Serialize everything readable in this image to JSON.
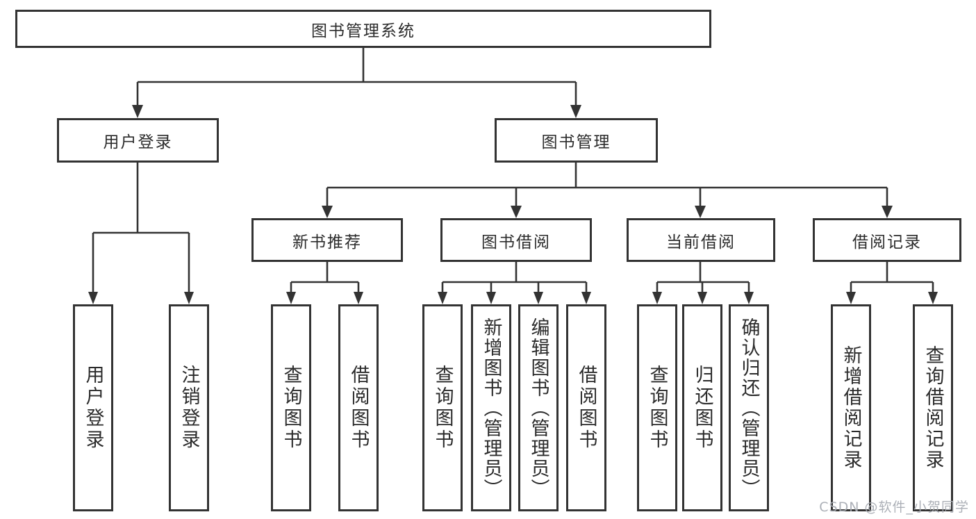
{
  "diagram": {
    "type": "hierarchy-tree",
    "colors": {
      "line": "#333333",
      "box_border": "#333333",
      "text": "#2b2b2b",
      "background": "#ffffff",
      "watermark": "#a8acb3"
    },
    "tree": {
      "root": "图书管理系统",
      "branches": [
        {
          "label": "用户登录",
          "children": [
            "用户登录",
            "注销登录"
          ]
        },
        {
          "label": "图书管理",
          "groups": [
            {
              "label": "新书推荐",
              "children": [
                "查询图书",
                "借阅图书"
              ]
            },
            {
              "label": "图书借阅",
              "children": [
                "查询图书",
                "新增图书（管理员）",
                "编辑图书（管理员）",
                "借阅图书"
              ]
            },
            {
              "label": "当前借阅",
              "children": [
                "查询图书",
                "归还图书",
                "确认归还（管理员）"
              ]
            },
            {
              "label": "借阅记录",
              "children": [
                "新增借阅记录",
                "查询借阅记录"
              ]
            }
          ]
        }
      ]
    },
    "watermark": {
      "text": "CSDN @软件_小贺同学"
    }
  }
}
